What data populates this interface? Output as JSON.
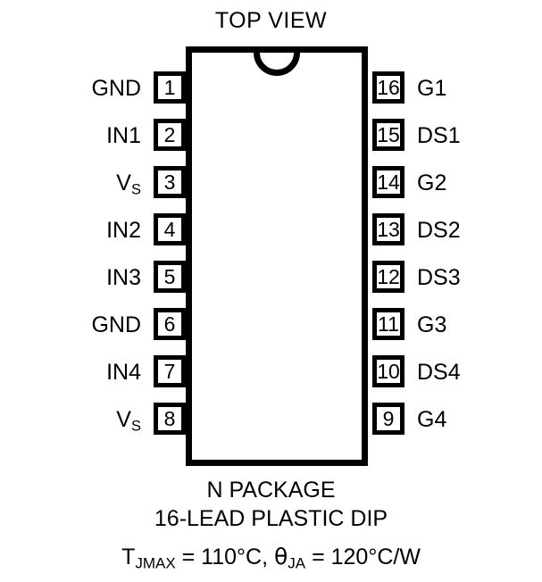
{
  "diagram": {
    "title": "TOP VIEW",
    "package_outline": {
      "notch_icon": "semicircle-notch-icon",
      "orientation": "top"
    },
    "pins_left": [
      {
        "number": "1",
        "label": "GND",
        "label_html": "GND"
      },
      {
        "number": "2",
        "label": "IN1",
        "label_html": "IN1"
      },
      {
        "number": "3",
        "label": "VS",
        "label_html": "V<sub>S</sub>"
      },
      {
        "number": "4",
        "label": "IN2",
        "label_html": "IN2"
      },
      {
        "number": "5",
        "label": "IN3",
        "label_html": "IN3"
      },
      {
        "number": "6",
        "label": "GND",
        "label_html": "GND"
      },
      {
        "number": "7",
        "label": "IN4",
        "label_html": "IN4"
      },
      {
        "number": "8",
        "label": "VS",
        "label_html": "V<sub>S</sub>"
      }
    ],
    "pins_right": [
      {
        "number": "16",
        "label": "G1",
        "label_html": "G1"
      },
      {
        "number": "15",
        "label": "DS1",
        "label_html": "DS1"
      },
      {
        "number": "14",
        "label": "G2",
        "label_html": "G2"
      },
      {
        "number": "13",
        "label": "DS2",
        "label_html": "DS2"
      },
      {
        "number": "12",
        "label": "DS3",
        "label_html": "DS3"
      },
      {
        "number": "11",
        "label": "G3",
        "label_html": "G3"
      },
      {
        "number": "10",
        "label": "DS4",
        "label_html": "DS4"
      },
      {
        "number": "9",
        "label": "G4",
        "label_html": "G4"
      }
    ],
    "caption": {
      "line1": "N PACKAGE",
      "line2": "16-LEAD PLASTIC DIP",
      "line3_html": "T<sub>JMAX</sub> = 110°C, <span class=\"theta-glyph\">&#952;</span><sub>JA</sub> = 120°C/W",
      "line3_text": "TJMAX = 110°C, θJA = 120°C/W",
      "tj_max": "110°C",
      "theta_ja": "120°C/W"
    },
    "colors": {
      "outline": "#000000",
      "background": "#ffffff",
      "text": "#000000"
    }
  }
}
